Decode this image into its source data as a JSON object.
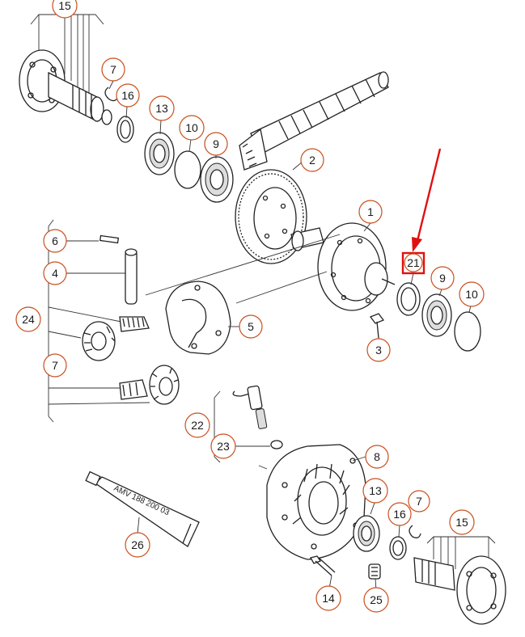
{
  "callouts": [
    {
      "id": "c15a",
      "label": "15"
    },
    {
      "id": "c7a",
      "label": "7"
    },
    {
      "id": "c16a",
      "label": "16"
    },
    {
      "id": "c13a",
      "label": "13"
    },
    {
      "id": "c10a",
      "label": "10"
    },
    {
      "id": "c9a",
      "label": "9"
    },
    {
      "id": "c2",
      "label": "2"
    },
    {
      "id": "c1",
      "label": "1"
    },
    {
      "id": "c21",
      "label": "21"
    },
    {
      "id": "c9b",
      "label": "9"
    },
    {
      "id": "c10b",
      "label": "10"
    },
    {
      "id": "c6",
      "label": "6"
    },
    {
      "id": "c4",
      "label": "4"
    },
    {
      "id": "c24",
      "label": "24"
    },
    {
      "id": "c7b",
      "label": "7"
    },
    {
      "id": "c5",
      "label": "5"
    },
    {
      "id": "c3",
      "label": "3"
    },
    {
      "id": "c22",
      "label": "22"
    },
    {
      "id": "c23",
      "label": "23"
    },
    {
      "id": "c8",
      "label": "8"
    },
    {
      "id": "c13b",
      "label": "13"
    },
    {
      "id": "c7c",
      "label": "7"
    },
    {
      "id": "c16b",
      "label": "16"
    },
    {
      "id": "c15b",
      "label": "15"
    },
    {
      "id": "c26",
      "label": "26"
    },
    {
      "id": "c14",
      "label": "14"
    },
    {
      "id": "c25",
      "label": "25"
    }
  ],
  "highlight": {
    "label": "21",
    "color": "#e01010"
  },
  "tube_marking": "AMV 188 200 03",
  "colors": {
    "callout_ring": "#c8501e",
    "line": "#222222",
    "highlight": "#e01010"
  }
}
